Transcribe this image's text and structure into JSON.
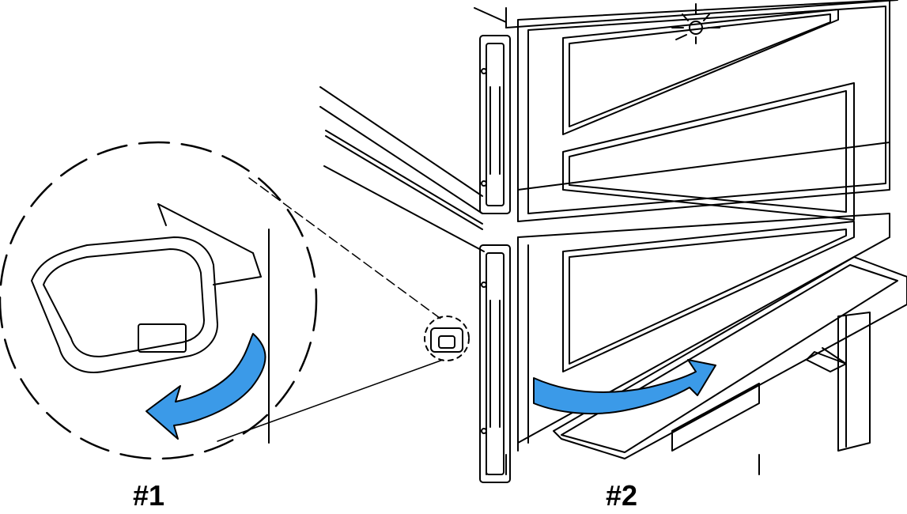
{
  "steps": [
    {
      "label": "#1",
      "arrow_direction": "counter-clockwise-down"
    },
    {
      "label": "#2",
      "arrow_direction": "clockwise-outward"
    }
  ],
  "colors": {
    "arrow": "#3b9ae8",
    "line": "#000000",
    "background": "#ffffff"
  },
  "icons": [
    "latch-knob-icon",
    "rotate-arrow-icon",
    "burst-icon"
  ]
}
